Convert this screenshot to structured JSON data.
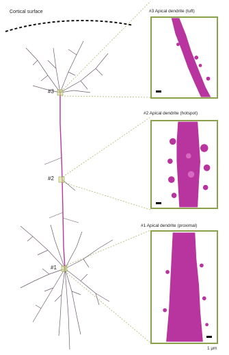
{
  "cortical_surface_label": "Cortical surface",
  "panels": [
    {
      "title": "#3 Apical dendrite (tuft)"
    },
    {
      "title": "#2 Apical dendrite (hotspot)"
    },
    {
      "title": "#1 Apical dendrite (proximal)"
    }
  ],
  "markers": [
    "#3",
    "#2",
    "#1"
  ],
  "scale_label": "1 μm",
  "colors": {
    "dendrite": "#b8349e",
    "panel_border": "#8aa04a",
    "connector": "#a9b86a"
  }
}
